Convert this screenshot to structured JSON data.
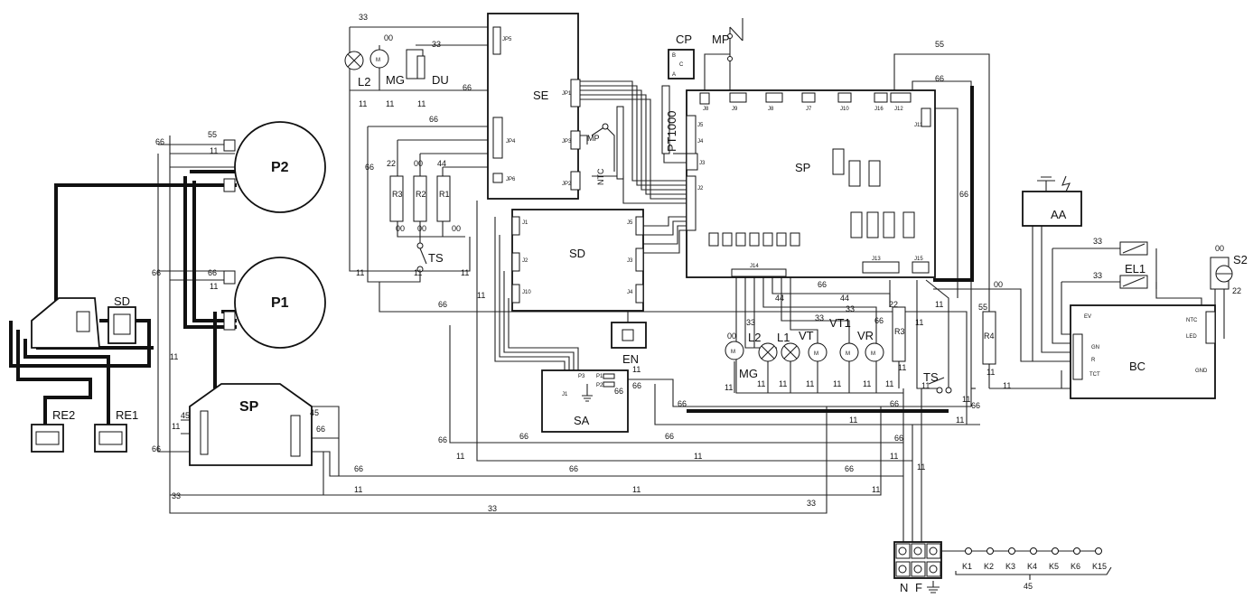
{
  "components": {
    "SE": "SE",
    "SP_main": "SP",
    "SD_board": "SD",
    "SA": "SA",
    "BC": "BC",
    "AA": "AA",
    "EN": "EN",
    "P1": "P1",
    "P2": "P2",
    "SP_left": "SP",
    "SD_left": "SD",
    "RE1": "RE1",
    "RE2": "RE2",
    "CP": "CP",
    "MP_top": "MP",
    "MP_se": "MP",
    "PT1000": "PT1000",
    "NTC": "NTC",
    "DU": "DU",
    "L2_top": "L2",
    "MG_top": "MG",
    "R1": "R1",
    "R2": "R2",
    "R3": "R3",
    "TS_left": "TS",
    "L2_bot": "L2",
    "L1_bot": "L1",
    "VT": "VT",
    "VT1": "VT1",
    "VR": "VR",
    "MG_bot": "MG",
    "R3_right": "R3",
    "R4": "R4",
    "TS_right": "TS",
    "EL1": "EL1",
    "S2": "S2",
    "N": "N",
    "F": "F"
  },
  "connectors": {
    "se": [
      "JP5",
      "JP1",
      "JP3",
      "JP4",
      "JP2",
      "JP6"
    ],
    "sp_top": [
      "J8",
      "J9",
      "J8",
      "J7",
      "J10",
      "J16",
      "J12",
      "J11"
    ],
    "sp_left": [
      "J5",
      "J4",
      "J3",
      "J2"
    ],
    "sp_bottom": [
      "J14",
      "J13",
      "J15"
    ],
    "sd": [
      "J1",
      "J2",
      "J10",
      "J5",
      "J3",
      "J4"
    ],
    "sa": [
      "J1",
      "P3",
      "P1",
      "P2"
    ],
    "bc": [
      "EV",
      "NTC",
      "LED",
      "GND",
      "GN",
      "R",
      "TCT"
    ],
    "cp": [
      "B",
      "C",
      "A"
    ]
  },
  "wire_codes": {
    "c11": "11",
    "c22": "22",
    "c33": "33",
    "c44": "44",
    "c45": "45",
    "c55": "55",
    "c66": "66",
    "c00": "00"
  },
  "terminal_strip": {
    "labels": [
      "K1",
      "K2",
      "K3",
      "K4",
      "K5",
      "K6",
      "K15"
    ],
    "bus_code": "45"
  }
}
